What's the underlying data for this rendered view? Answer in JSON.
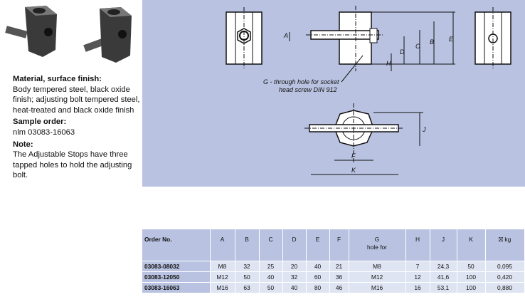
{
  "description": {
    "material_heading": "Material, surface finish:",
    "material_text": "Body tempered steel, black oxide finish; adjusting bolt tempered steel, heat-treated and black oxide finish",
    "sample_heading": "Sample order:",
    "sample_text": "nlm 03083-16063",
    "note_heading": "Note:",
    "note_text": "The Adjustable Stops have three tapped holes to hold the adjusting bolt."
  },
  "drawing": {
    "labels": {
      "A": "A",
      "B": "B",
      "C": "C",
      "D": "D",
      "E": "E",
      "H": "H",
      "J": "J",
      "F": "F",
      "K": "K"
    },
    "callout_line1": "G - through hole for socket",
    "callout_line2": "head screw DIN 912"
  },
  "table": {
    "headers": [
      "Order No.",
      "A",
      "B",
      "C",
      "D",
      "E",
      "F",
      "G",
      "H",
      "J",
      "K",
      "kg"
    ],
    "g_sub": "hole for",
    "rows": [
      [
        "03083-08032",
        "M8",
        "32",
        "25",
        "20",
        "40",
        "21",
        "M8",
        "7",
        "24,3",
        "50",
        "0,095"
      ],
      [
        "03083-12050",
        "M12",
        "50",
        "40",
        "32",
        "60",
        "36",
        "M12",
        "12",
        "41,6",
        "100",
        "0,420"
      ],
      [
        "03083-16063",
        "M16",
        "63",
        "50",
        "40",
        "80",
        "46",
        "M16",
        "16",
        "53,1",
        "100",
        "0,880"
      ]
    ]
  }
}
